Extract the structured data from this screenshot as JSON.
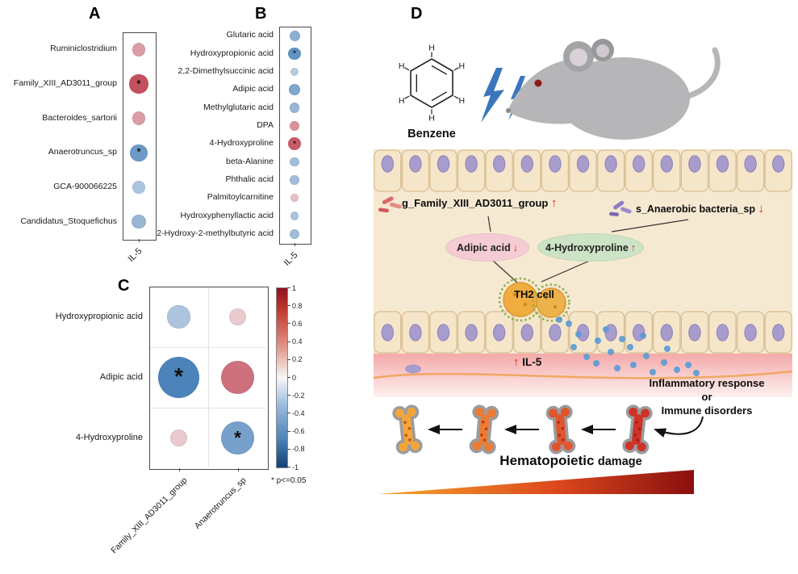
{
  "panels": {
    "a": "A",
    "b": "B",
    "c": "C",
    "d": "D"
  },
  "chart_data": [
    {
      "id": "panel-a",
      "type": "scatter",
      "subtype": "correlation_dot_plot",
      "x_label": "IL-5",
      "y_categories": [
        "Ruminiclostridium",
        "Family_XIII_AD3011_group",
        "Bacteroides_sartorii",
        "Anaerotruncus_sp",
        "GCA-900066225",
        "Candidatus_Stoquefichus"
      ],
      "values": [
        0.4,
        0.75,
        0.4,
        -0.65,
        -0.35,
        -0.45
      ],
      "significant": [
        false,
        true,
        false,
        true,
        false,
        false
      ],
      "value_meaning": "correlation with IL-5; red=positive, blue=negative, dot size=|r|"
    },
    {
      "id": "panel-b",
      "type": "scatter",
      "subtype": "correlation_dot_plot",
      "x_label": "IL-5",
      "y_categories": [
        "Glutaric acid",
        "Hydroxypropionic acid",
        "2,2-Dimethylsuccinic acid",
        "Adipic acid",
        "Methylglutaric acid",
        "DPA",
        "4-Hydroxyproline",
        "beta-Alanine",
        "Phthalic acid",
        "Palmitoylcarnitine",
        "Hydroxyphenyllactic acid",
        "2-Hydroxy-2-methylbutyric acid"
      ],
      "values": [
        -0.5,
        -0.7,
        -0.3,
        -0.55,
        -0.45,
        0.45,
        0.7,
        -0.4,
        -0.4,
        0.25,
        -0.35,
        -0.4
      ],
      "significant": [
        false,
        true,
        false,
        false,
        false,
        false,
        true,
        false,
        false,
        false,
        false,
        false
      ],
      "value_meaning": "correlation with IL-5; red=positive, blue=negative, dot size=|r|"
    },
    {
      "id": "panel-c",
      "type": "heatmap",
      "subtype": "correlation_dot_matrix",
      "rows": [
        "Hydroxypropionic acid",
        "Adipic acid",
        "4-Hydroxyproline"
      ],
      "cols": [
        "Family_XIII_AD3011_group",
        "Anaerotruncus_sp"
      ],
      "values": [
        [
          -0.35,
          0.2
        ],
        [
          -0.8,
          0.6
        ],
        [
          0.2,
          -0.6
        ]
      ],
      "significant": [
        [
          false,
          false
        ],
        [
          true,
          false
        ],
        [
          false,
          true
        ]
      ],
      "colorbar_ticks": [
        "1",
        "0.8",
        "0.6",
        "0.4",
        "0.2",
        "0",
        "-0.2",
        "-0.4",
        "-0.6",
        "-0.8",
        "-1"
      ],
      "colorbar_range": [
        -1,
        1
      ],
      "note": "* p<=0.05"
    }
  ],
  "panel_d": {
    "benzene_h": "H",
    "benzene_label": "Benzene",
    "bacteria_up_label": "g_Family_XIII_AD3011_group",
    "bacteria_up_arrow": "↑",
    "bacteria_down_label": "s_Anaerobic bacteria_sp",
    "bacteria_down_arrow": "↓",
    "metabolite_down_label": "Adipic acid",
    "metabolite_down_arrow": "↓",
    "metabolite_up_label": "4-Hydroxyproline",
    "metabolite_up_arrow": "↑",
    "th2_label": "TH2 cell",
    "il5_arrow": "↑",
    "il5_label": "IL-5",
    "outcome_line1": "Inflammatory response",
    "outcome_line2": "or",
    "outcome_line3": "Immune disorders",
    "damage_word1": "Hematopoietic",
    "damage_word2": "damage"
  },
  "colors": {
    "positive": "#b2182b",
    "negative": "#2166ac",
    "significant_marker": "#111111",
    "epithelium": "#f5e6ca",
    "nucleus": "#a79ccb",
    "lightning": "#3b76bc",
    "mouse": "#b6b6b8",
    "arrow_red": "#e02020",
    "il5_dot": "#5b9bd5"
  }
}
